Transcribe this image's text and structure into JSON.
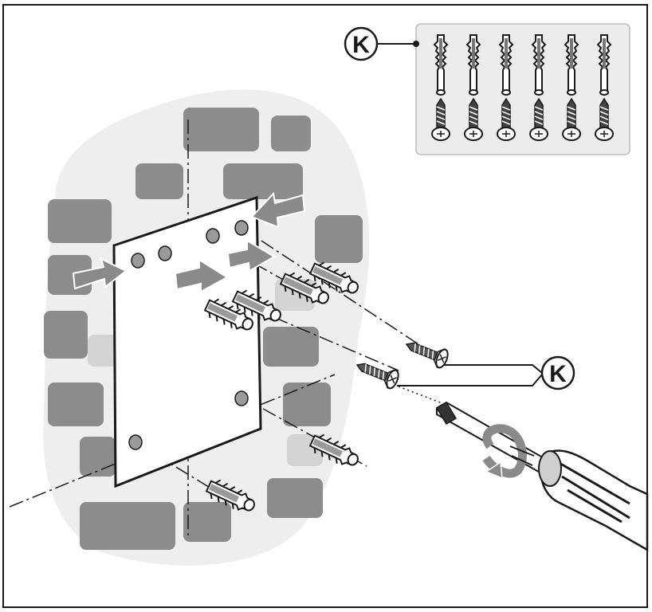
{
  "callouts": [
    {
      "letter": "K"
    },
    {
      "letter": "K"
    }
  ],
  "kit": {
    "anchor_count": 6,
    "screw_count": 6
  },
  "colors": {
    "outline": "#1a1a1a",
    "brick_dark": "#8c8c8c",
    "brick_light": "#e6e6e6",
    "arrow": "#8a8a8a",
    "kit_bg": "#ececec"
  }
}
